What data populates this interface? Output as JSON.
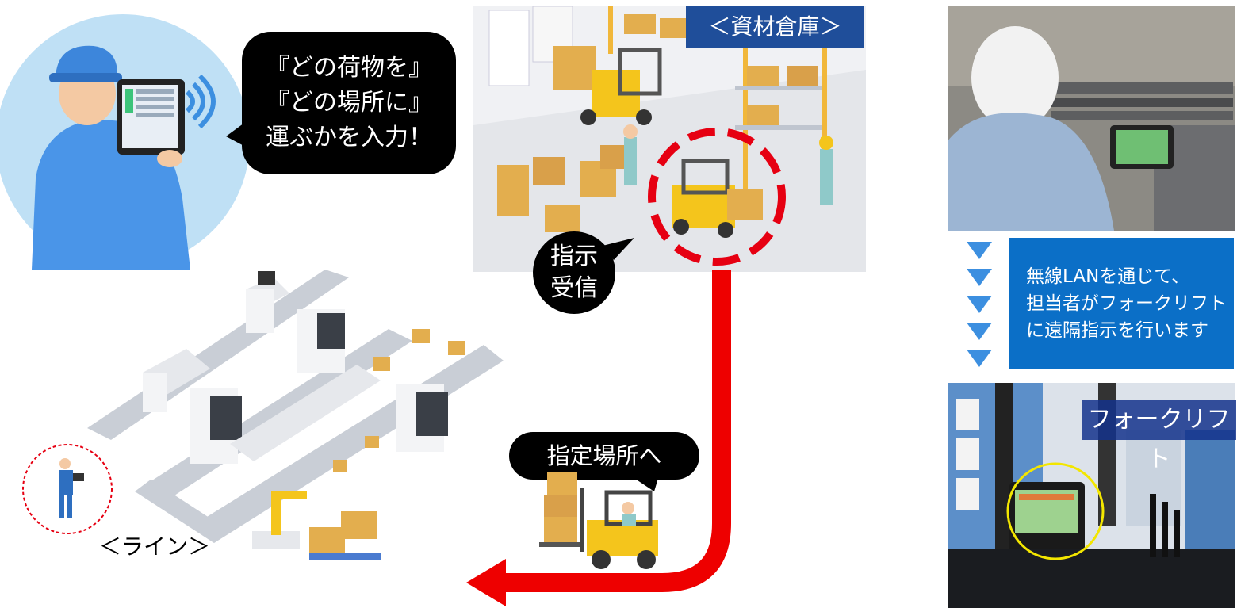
{
  "operator": {
    "bubble_lines": [
      "『どの荷物を』",
      "『どの場所に』",
      "運ぶかを入力！"
    ]
  },
  "warehouse": {
    "label": "＜資材倉庫＞",
    "receive_lines": [
      "指示",
      "受信"
    ]
  },
  "destination": {
    "label": "指定場所へ"
  },
  "line": {
    "label": "＜ライン＞"
  },
  "info": {
    "lines": [
      "無線LANを通じて、",
      "担当者がフォークリフト",
      "に遠隔指示を行います"
    ]
  },
  "forklift_photo": {
    "label": "フォークリフト"
  },
  "colors": {
    "arrow_red": "#EE0000",
    "info_blue": "#0B6FC7",
    "label_navy": "#1F4E9A",
    "triangle_blue": "#3C8FE0",
    "box_tan": "#E3AE4E",
    "forklift_yellow": "#F4C51C"
  }
}
